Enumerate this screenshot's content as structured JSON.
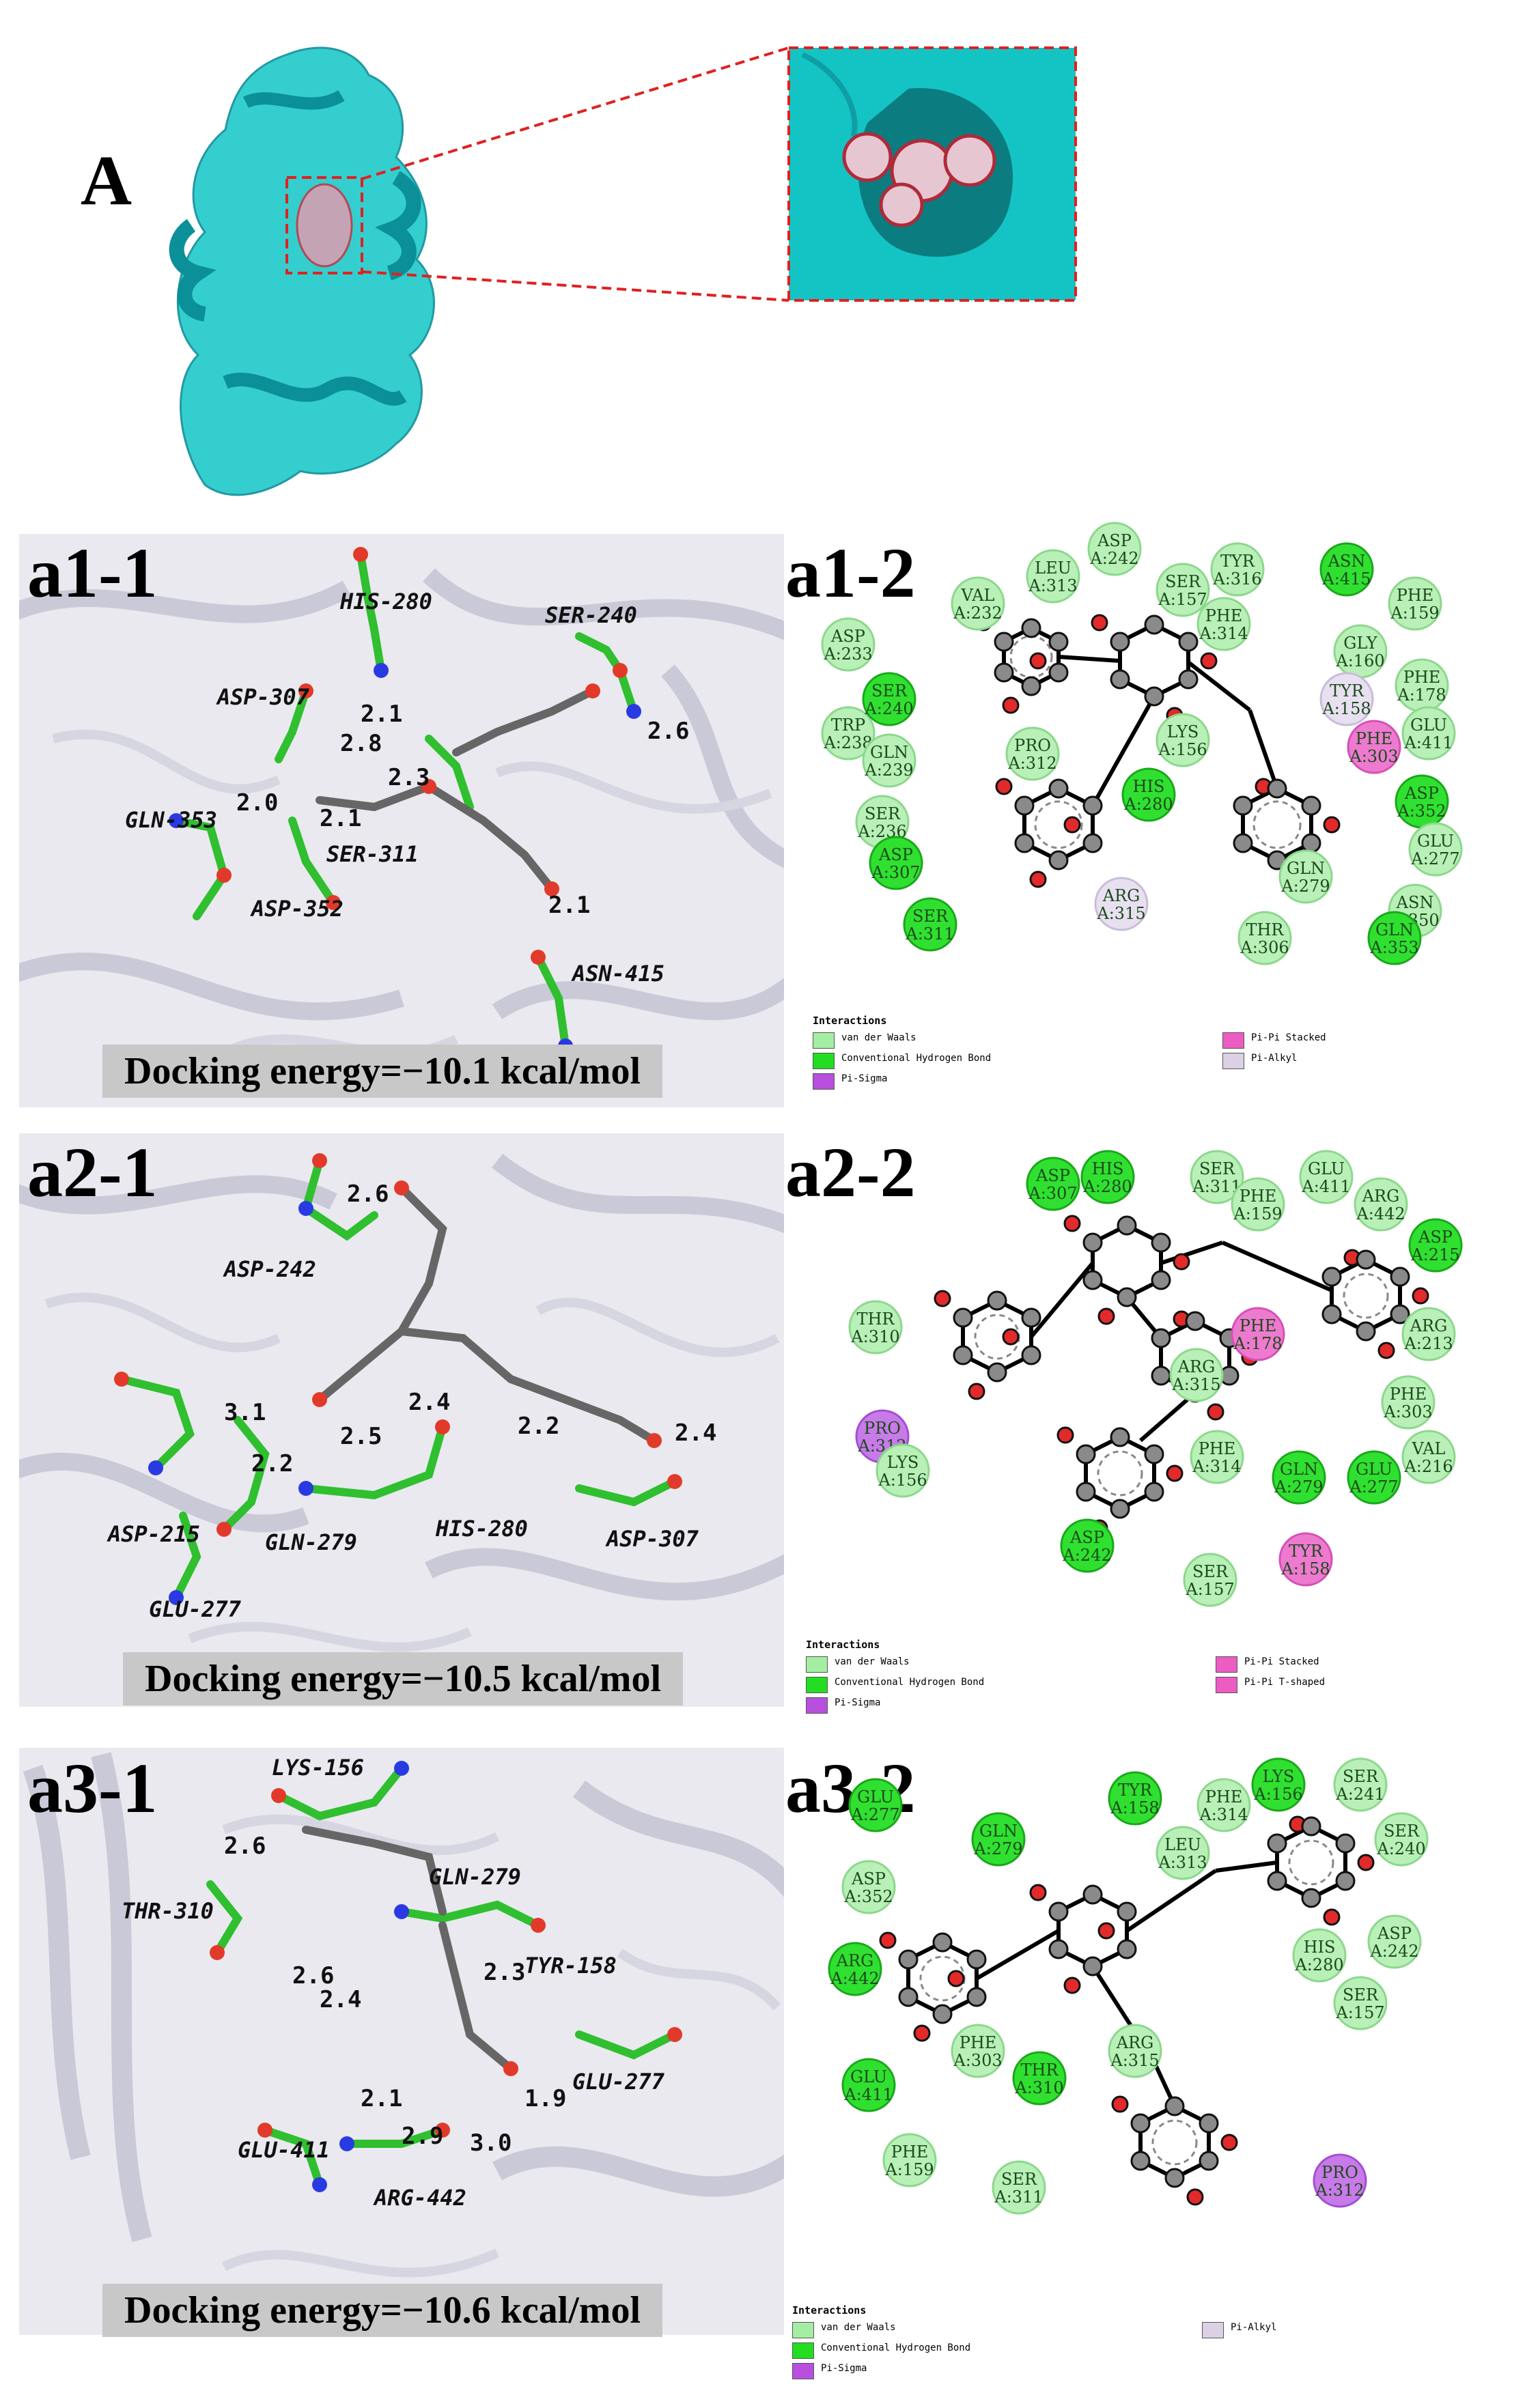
{
  "panel_A": {
    "label": "A"
  },
  "panels": [
    {
      "id": "a1",
      "label_3d": "a1-1",
      "label_2d": "a1-2",
      "docking_text": "Docking energy=−10.1 kcal/mol",
      "residues_3d": [
        "HIS-280",
        "SER-240",
        "ASP-307",
        "GLN-353",
        "ASP-352",
        "SER-311",
        "ASN-415"
      ],
      "distances": [
        "2.1",
        "2.8",
        "2.3",
        "2.6",
        "2.0",
        "2.1",
        "2.1"
      ],
      "residues_2d": [
        [
          "ASP",
          "A:242"
        ],
        [
          "LEU",
          "A:313"
        ],
        [
          "TYR",
          "A:316"
        ],
        [
          "SER",
          "A:157"
        ],
        [
          "ASN",
          "A:415"
        ],
        [
          "VAL",
          "A:232"
        ],
        [
          "PHE",
          "A:314"
        ],
        [
          "PHE",
          "A:159"
        ],
        [
          "ASP",
          "A:233"
        ],
        [
          "GLY",
          "A:160"
        ],
        [
          "PHE",
          "A:178"
        ],
        [
          "TRP",
          "A:238"
        ],
        [
          "SER",
          "A:240"
        ],
        [
          "TYR",
          "A:158"
        ],
        [
          "GLU",
          "A:411"
        ],
        [
          "GLN",
          "A:239"
        ],
        [
          "LYS",
          "A:156"
        ],
        [
          "PRO",
          "A:312"
        ],
        [
          "PHE",
          "A:303"
        ],
        [
          "ASP",
          "A:352"
        ],
        [
          "SER",
          "A:236"
        ],
        [
          "HIS",
          "A:280"
        ],
        [
          "GLU",
          "A:277"
        ],
        [
          "ASP",
          "A:307"
        ],
        [
          "GLN",
          "A:279"
        ],
        [
          "ASN",
          "A:350"
        ],
        [
          "ARG",
          "A:315"
        ],
        [
          "SER",
          "A:311"
        ],
        [
          "THR",
          "A:306"
        ],
        [
          "GLN",
          "A:353"
        ]
      ],
      "legend_title": "Interactions",
      "legend": [
        {
          "label": "van der Waals",
          "color": "#a4eea4"
        },
        {
          "label": "Conventional Hydrogen Bond",
          "color": "#22dd22"
        },
        {
          "label": "Pi-Sigma",
          "color": "#b84fdf"
        },
        {
          "label": "Pi-Pi Stacked",
          "color": "#ec5cc2"
        },
        {
          "label": "Pi-Alkyl",
          "color": "#dcd0e4"
        }
      ]
    },
    {
      "id": "a2",
      "label_3d": "a2-1",
      "label_2d": "a2-2",
      "docking_text": "Docking energy=−10.5 kcal/mol",
      "residues_3d": [
        "ASP-242",
        "ASP-215",
        "GLN-279",
        "HIS-280",
        "ASP-307",
        "GLU-277"
      ],
      "distances": [
        "2.6",
        "3.1",
        "2.5",
        "2.4",
        "2.2",
        "2.4",
        "2.2"
      ],
      "residues_2d": [
        [
          "HIS",
          "A:280"
        ],
        [
          "SER",
          "A:311"
        ],
        [
          "GLU",
          "A:411"
        ],
        [
          "ASP",
          "A:307"
        ],
        [
          "PHE",
          "A:159"
        ],
        [
          "ARG",
          "A:442"
        ],
        [
          "ASP",
          "A:215"
        ],
        [
          "THR",
          "A:310"
        ],
        [
          "PHE",
          "A:178"
        ],
        [
          "ARG",
          "A:213"
        ],
        [
          "ARG",
          "A:315"
        ],
        [
          "PRO",
          "A:312"
        ],
        [
          "PHE",
          "A:303"
        ],
        [
          "LYS",
          "A:156"
        ],
        [
          "PHE",
          "A:314"
        ],
        [
          "GLN",
          "A:279"
        ],
        [
          "GLU",
          "A:277"
        ],
        [
          "VAL",
          "A:216"
        ],
        [
          "ASP",
          "A:242"
        ],
        [
          "TYR",
          "A:158"
        ],
        [
          "SER",
          "A:157"
        ]
      ],
      "legend_title": "Interactions",
      "legend": [
        {
          "label": "van der Waals",
          "color": "#a4eea4"
        },
        {
          "label": "Conventional Hydrogen Bond",
          "color": "#22dd22"
        },
        {
          "label": "Pi-Sigma",
          "color": "#b84fdf"
        },
        {
          "label": "Pi-Pi Stacked",
          "color": "#ec5cc2"
        },
        {
          "label": "Pi-Pi T-shaped",
          "color": "#ec5cc2"
        }
      ]
    },
    {
      "id": "a3",
      "label_3d": "a3-1",
      "label_2d": "a3-2",
      "docking_text": "Docking energy=−10.6 kcal/mol",
      "residues_3d": [
        "LYS-156",
        "GLN-279",
        "THR-310",
        "TYR-158",
        "GLU-277",
        "GLU-411",
        "ARG-442"
      ],
      "distances": [
        "2.6",
        "2.6",
        "2.4",
        "2.3",
        "2.1",
        "2.9",
        "3.0",
        "1.9"
      ],
      "residues_2d": [
        [
          "LYS",
          "A:156"
        ],
        [
          "SER",
          "A:241"
        ],
        [
          "GLU",
          "A:277"
        ],
        [
          "TYR",
          "A:158"
        ],
        [
          "PHE",
          "A:314"
        ],
        [
          "GLN",
          "A:279"
        ],
        [
          "LEU",
          "A:313"
        ],
        [
          "SER",
          "A:240"
        ],
        [
          "ASP",
          "A:352"
        ],
        [
          "ASP",
          "A:242"
        ],
        [
          "HIS",
          "A:280"
        ],
        [
          "SER",
          "A:157"
        ],
        [
          "ARG",
          "A:442"
        ],
        [
          "PHE",
          "A:303"
        ],
        [
          "ARG",
          "A:315"
        ],
        [
          "GLU",
          "A:411"
        ],
        [
          "THR",
          "A:310"
        ],
        [
          "PHE",
          "A:159"
        ],
        [
          "SER",
          "A:311"
        ],
        [
          "PRO",
          "A:312"
        ]
      ],
      "legend_title": "Interactions",
      "legend": [
        {
          "label": "van der Waals",
          "color": "#a4eea4"
        },
        {
          "label": "Conventional Hydrogen Bond",
          "color": "#22dd22"
        },
        {
          "label": "Pi-Sigma",
          "color": "#b84fdf"
        },
        {
          "label": "Pi-Alkyl",
          "color": "#dcd0e4"
        }
      ]
    }
  ]
}
